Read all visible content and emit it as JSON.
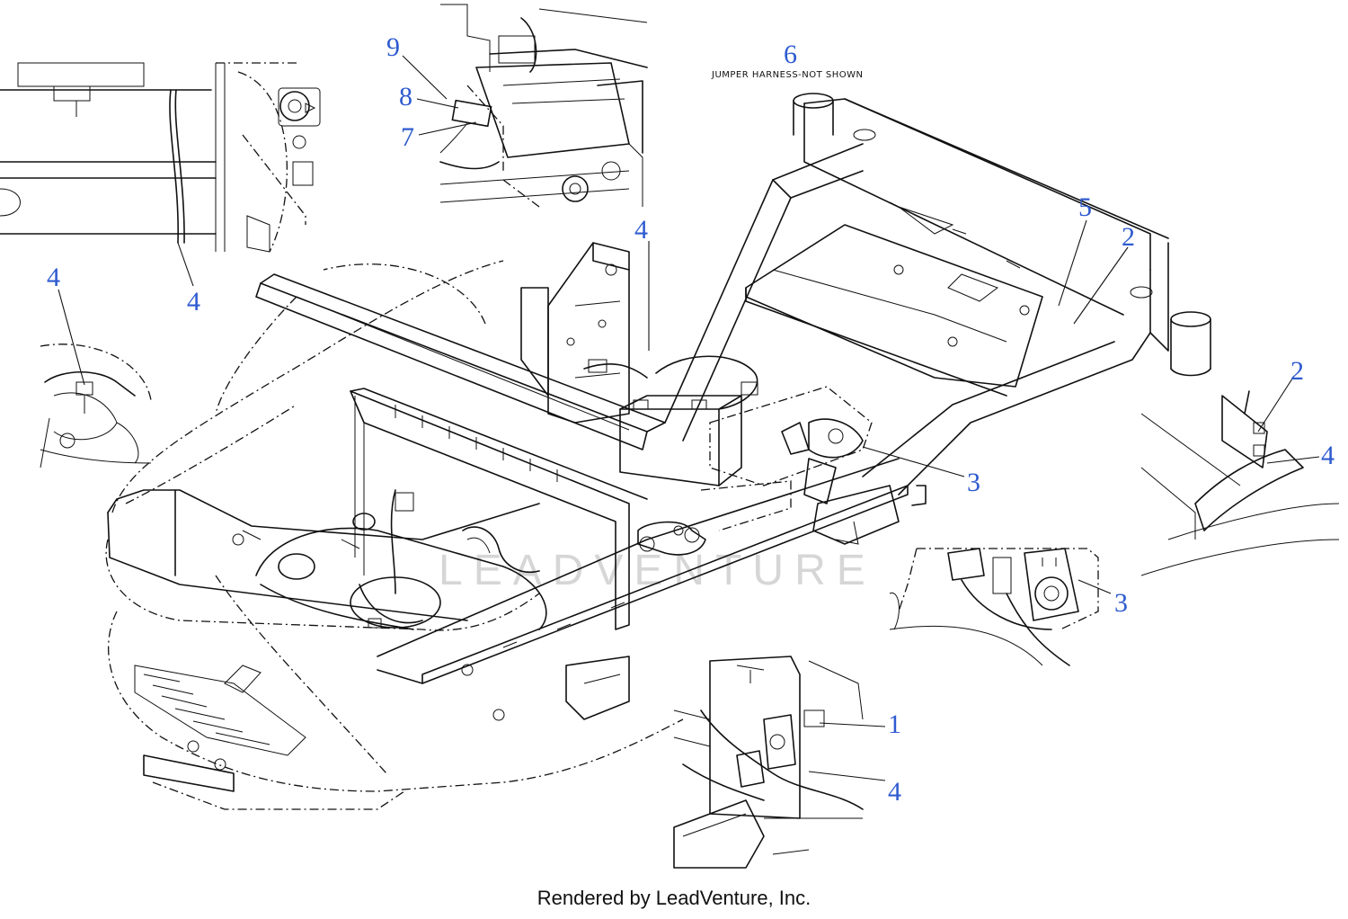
{
  "callouts": {
    "c9": "9",
    "c8": "8",
    "c7": "7",
    "c6": "6",
    "c4_topleft": "4",
    "c4_left": "4",
    "c4_center": "4",
    "c5": "5",
    "c2_frame": "2",
    "c2_right": "2",
    "c4_right": "4",
    "c3_center": "3",
    "c3_right": "3",
    "c1": "1",
    "c4_bottom": "4"
  },
  "note": "JUMPER HARNESS-NOT SHOWN",
  "watermark": "LEADVENTURE",
  "footer": "Rendered by LeadVenture, Inc."
}
